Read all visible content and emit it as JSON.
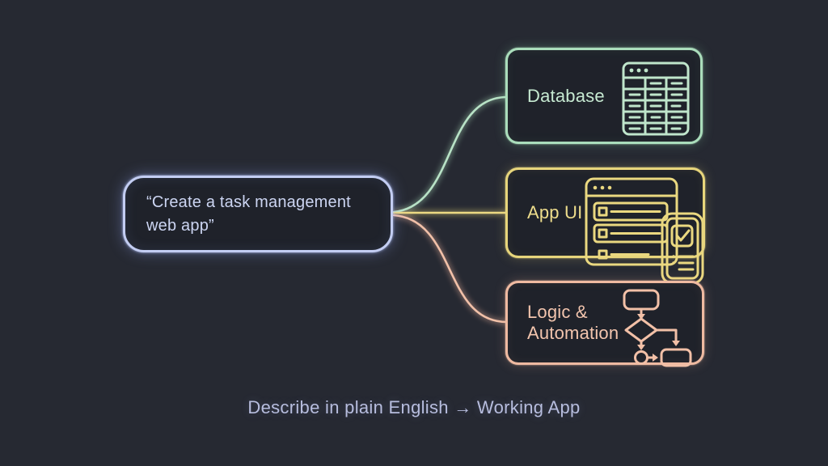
{
  "canvas": {
    "background": "#262932"
  },
  "prompt_node": {
    "text": "“Create a task management web app”",
    "border_color": "#c3cdf2",
    "text_color": "#ccd5f2"
  },
  "branch_nodes": [
    {
      "label": "Database",
      "icon": "table-grid-icon",
      "color": "#aaddbb",
      "text_color": "#c6e9d1"
    },
    {
      "label": "App UI",
      "icon": "browser-tasklist-phone-icon",
      "color": "#e7d57b",
      "text_color": "#eedd8c"
    },
    {
      "label": "Logic & Automation",
      "icon": "flowchart-icon",
      "color": "#efbaa1",
      "text_color": "#f3c5ae"
    }
  ],
  "connectors": [
    {
      "from": "prompt-node",
      "to": "node-database",
      "color": "#a8d8b8"
    },
    {
      "from": "prompt-node",
      "to": "node-appui",
      "color": "#e3d178"
    },
    {
      "from": "prompt-node",
      "to": "node-logic",
      "color": "#eab19b"
    }
  ],
  "caption": {
    "text": "Describe in plain English → Working App",
    "color": "#b7bdde"
  }
}
